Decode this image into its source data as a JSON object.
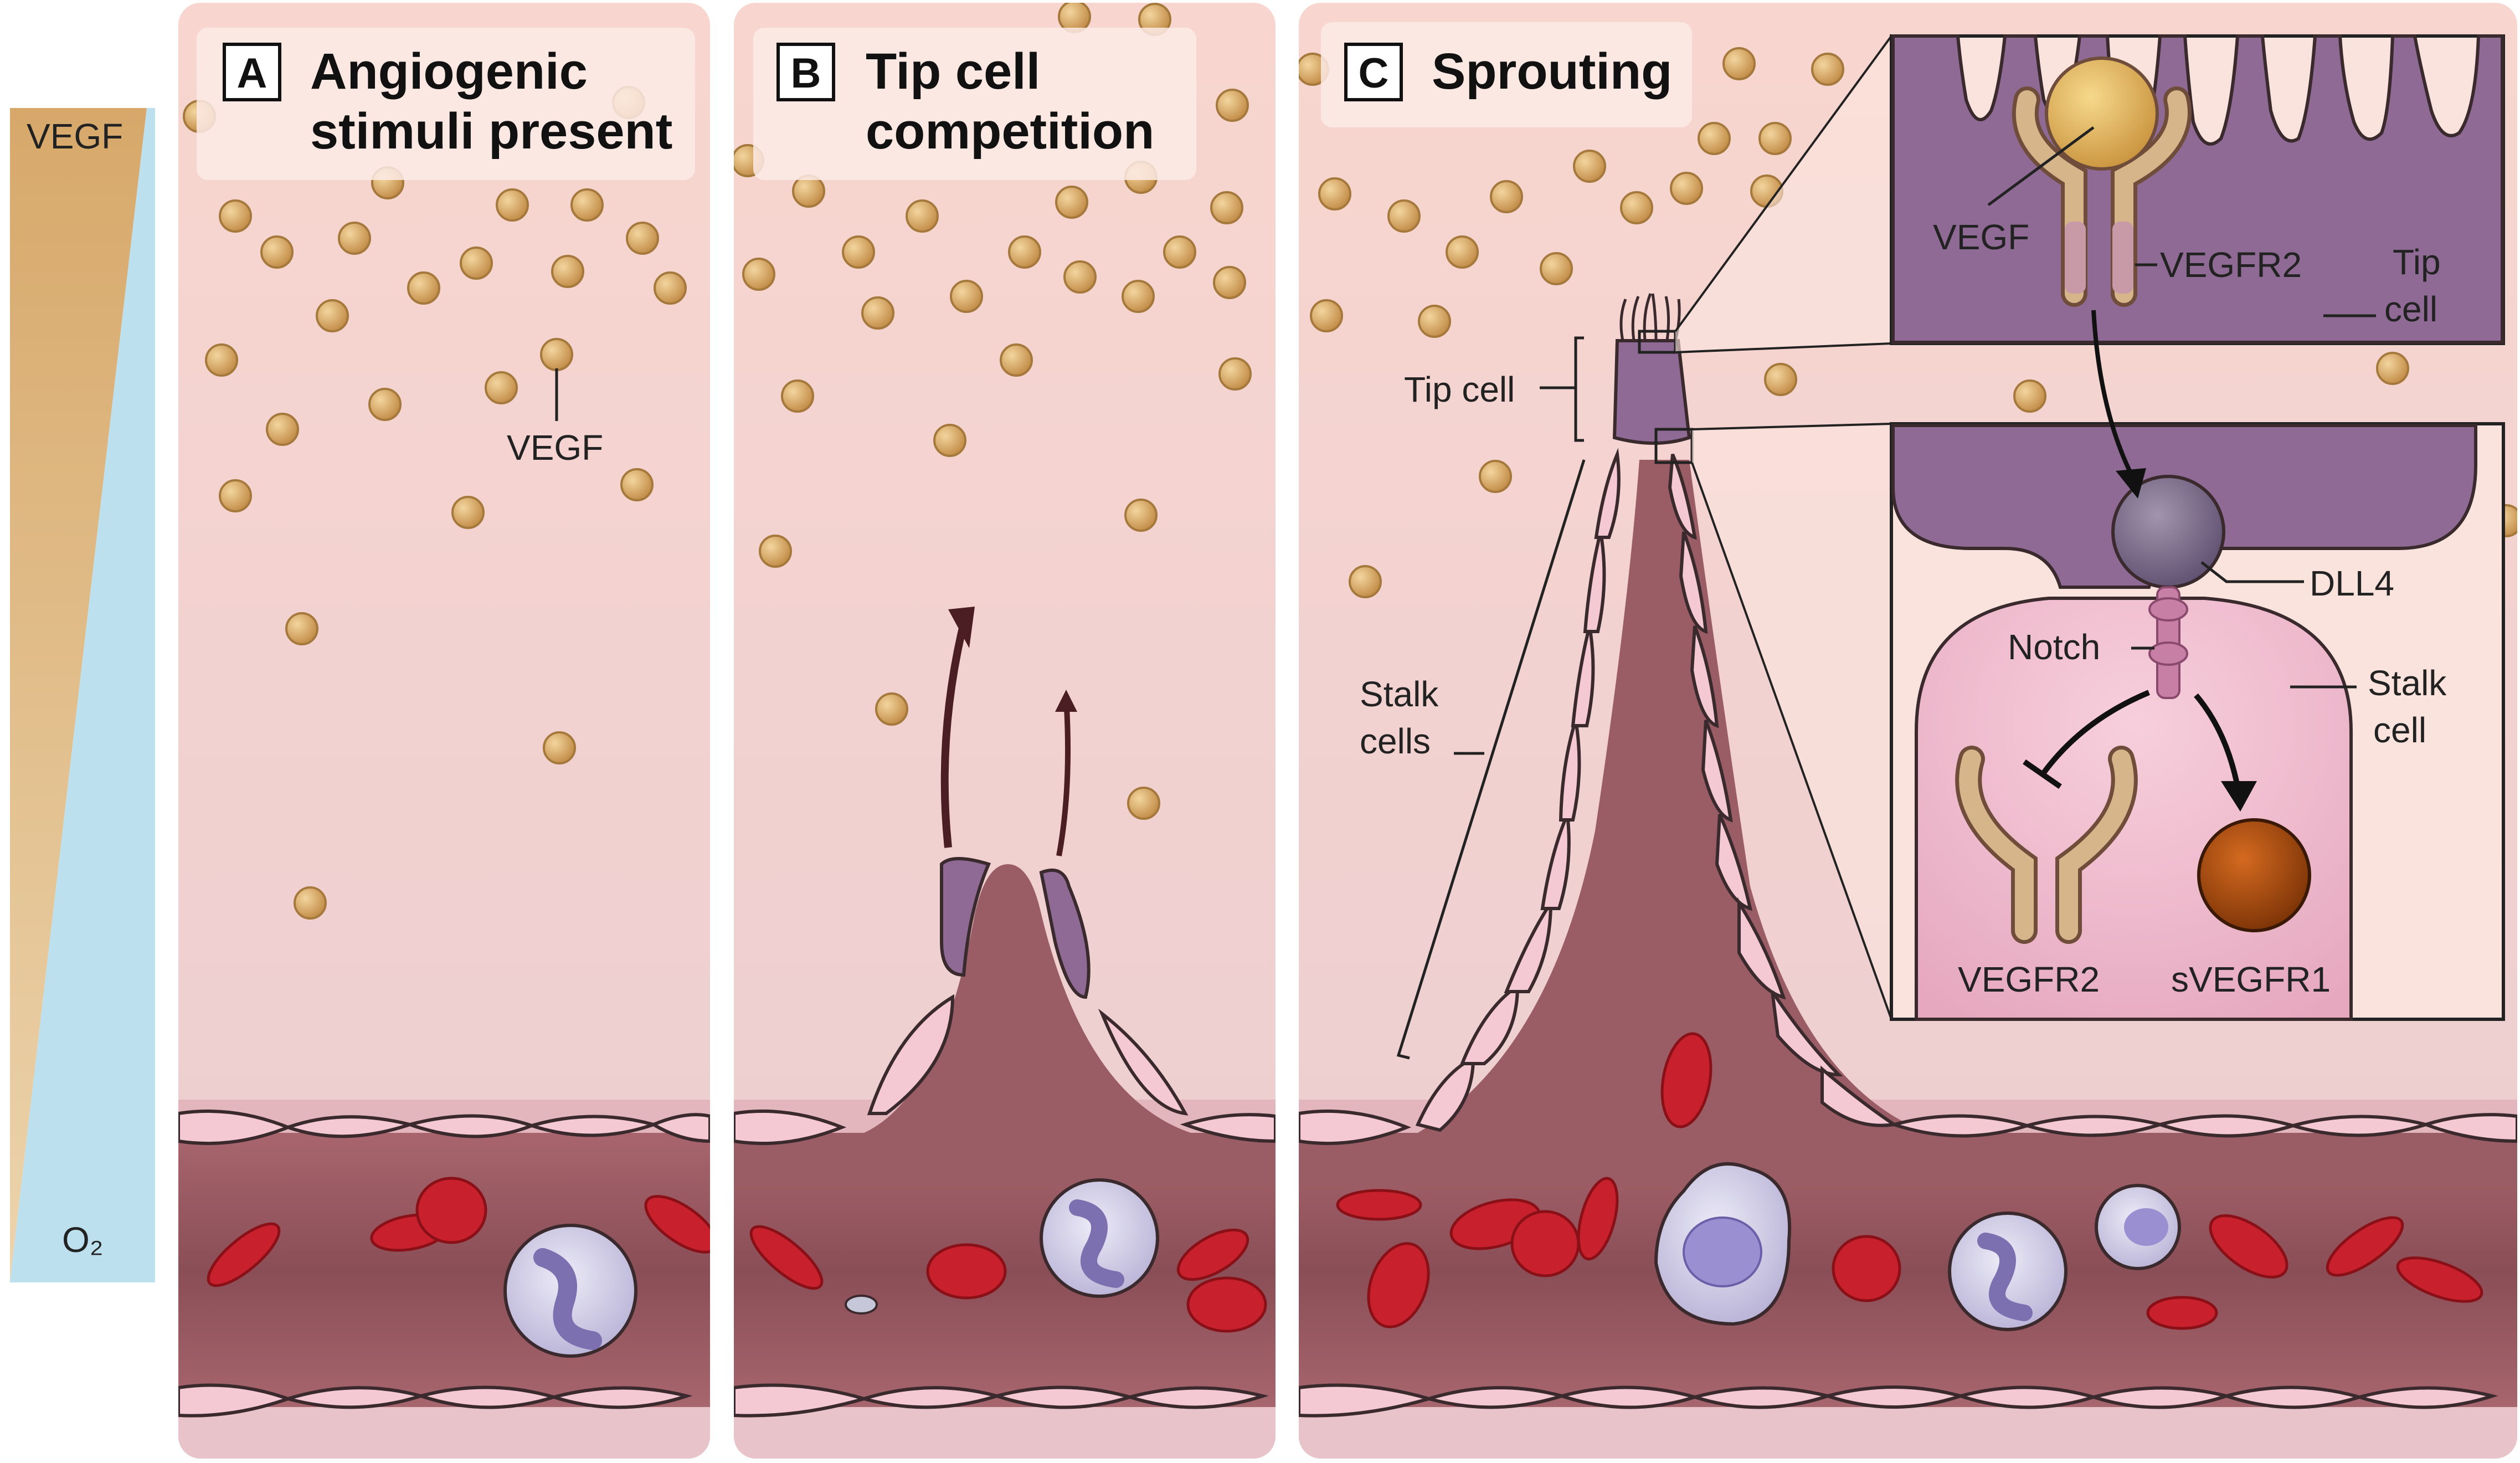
{
  "gradient": {
    "top_label": "VEGF",
    "bottom_label": "O₂"
  },
  "panels": [
    {
      "letter": "A",
      "title_lines": [
        "Angiogenic",
        "stimuli present"
      ],
      "vegf_label": "VEGF"
    },
    {
      "letter": "B",
      "title_lines": [
        "Tip cell",
        "competition"
      ]
    },
    {
      "letter": "C",
      "title_lines": [
        "Sprouting"
      ],
      "tip_cell_label": "Tip cell",
      "stalk_label_lines": [
        "Stalk",
        "cells"
      ]
    }
  ],
  "inset_top": {
    "vegf": "VEGF",
    "receptor": "VEGFR2",
    "cell_lines": [
      "Tip",
      "cell"
    ]
  },
  "inset_bottom": {
    "ligand": "DLL4",
    "receptor": "Notch",
    "cell_lines": [
      "Stalk",
      "cell"
    ],
    "product_left": "VEGFR2",
    "product_right": "sVEGFR1"
  },
  "colors": {
    "tissue_top": "#f6d3cd",
    "tissue_bottom": "#eccdd0",
    "vessel": "#8a4f57",
    "vegf_particle": "#d6a560",
    "tip_cell": "#8e6a94",
    "stalk_cell": "#f4c9d3",
    "rbc": "#c8202c",
    "vegf_gradient": "#d8ac72",
    "o2_gradient": "#bde0ee"
  }
}
